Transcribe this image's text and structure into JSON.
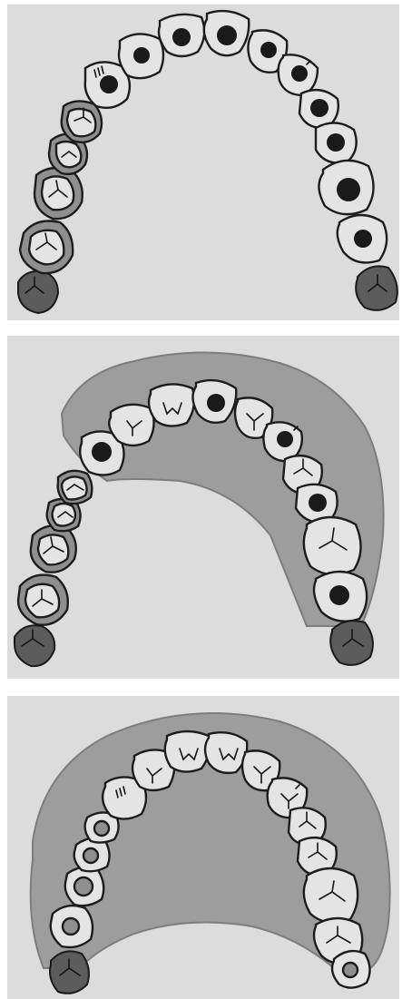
{
  "image": {
    "panels": [
      {
        "name": "panel-top"
      },
      {
        "name": "panel-middle"
      },
      {
        "name": "panel-bottom"
      }
    ]
  }
}
